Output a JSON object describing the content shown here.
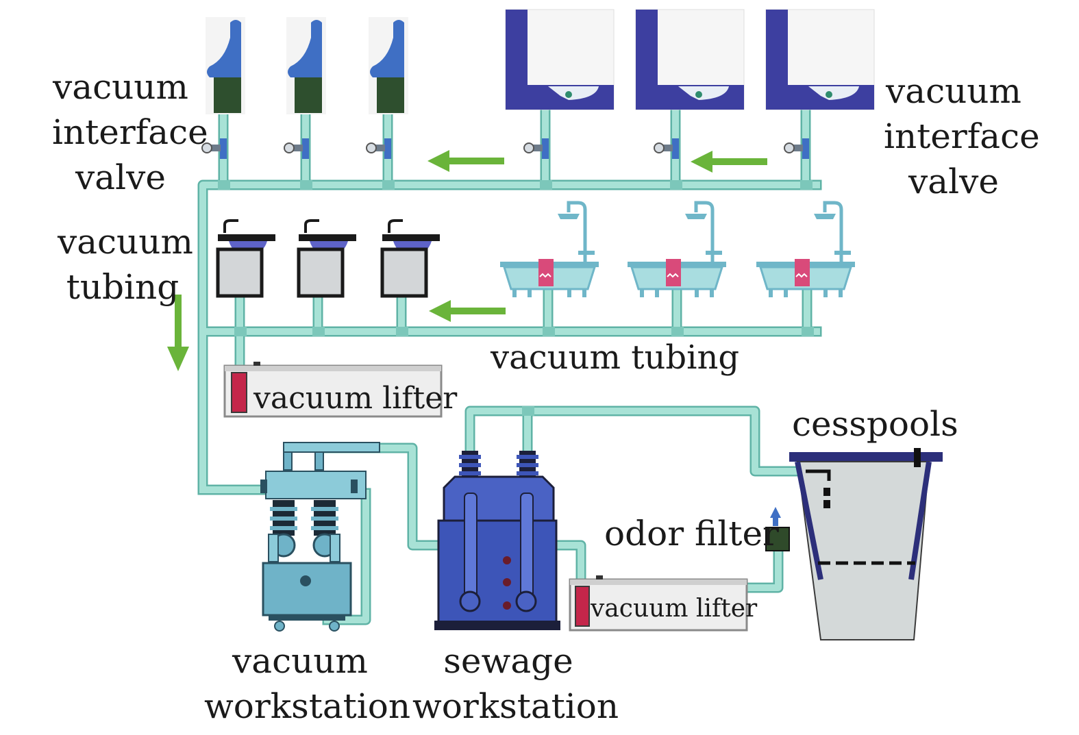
{
  "labels": {
    "valve_left": [
      "vacuum",
      "interface",
      "valve"
    ],
    "valve_right": [
      "vacuum",
      "interface",
      "valve"
    ],
    "tubing_left": [
      "vacuum",
      "tubing"
    ],
    "tubing_middle": "vacuum tubing",
    "lifter_upper": "vacuum lifter",
    "lifter_lower": "vacuum lifter",
    "odor_filter": "odor filter",
    "cesspools": "cesspools",
    "vacuum_workstation": [
      "vacuum",
      "workstation"
    ],
    "sewage_workstation": [
      "sewage",
      "workstation"
    ]
  },
  "colors": {
    "pipe": "#9fdcd0",
    "pipe_edge": "#5fb3a6",
    "arrow": "#6ab43a",
    "urinal_blue": "#3f6fc4",
    "urinal_base": "#2e4f2e",
    "toilet_frame": "#3d3fa0",
    "basin_blue": "#5e63c8",
    "tub": "#a9dde0",
    "towel": "#d94a7a",
    "lifter_red": "#c4264a",
    "vacuum_station": "#6fb3c8",
    "sewage_station": "#3d55b8",
    "cesspool_fill": "#d4d9d9",
    "cesspool_frame": "#2c2f7a",
    "filter_green": "#2f4a2a"
  },
  "icons": [
    "urinal-icon",
    "toilet-icon",
    "sink-icon",
    "bathtub-icon",
    "valve-icon",
    "flow-arrow-icon",
    "vacuum-station-icon",
    "sewage-station-icon",
    "vacuum-lifter-icon",
    "odor-filter-icon",
    "cesspool-icon"
  ]
}
